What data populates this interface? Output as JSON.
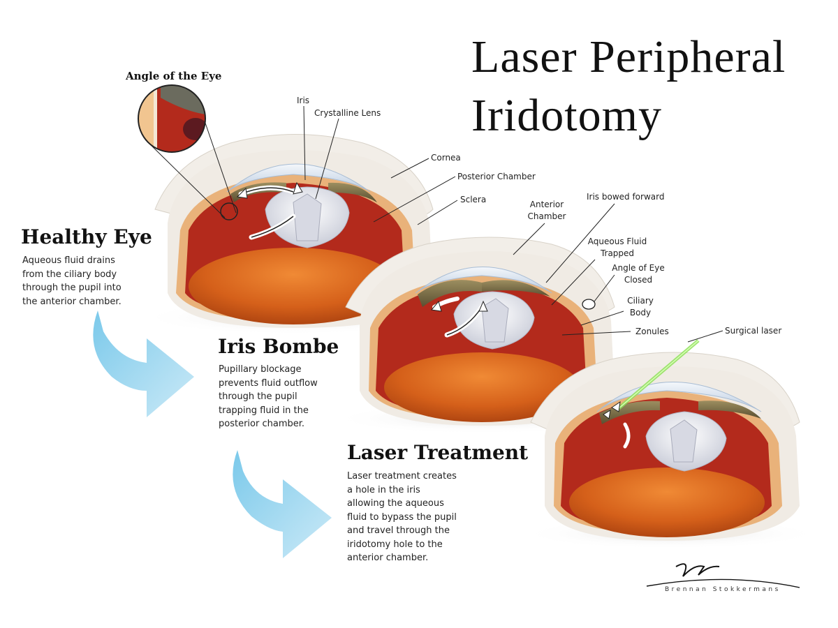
{
  "title": {
    "line1": "Laser Peripheral",
    "line2": "Iridotomy"
  },
  "angle_of_eye": {
    "heading": "Angle of the Eye"
  },
  "healthy": {
    "heading": "Healthy Eye",
    "description": "Aqueous fluid drains\nfrom the ciliary body\nthrough the pupil into\nthe  anterior chamber."
  },
  "bombe": {
    "heading": "Iris Bombe",
    "description": "Pupillary blockage\nprevents fluid outflow\nthrough the pupil\ntrapping fluid in the\nposterior chamber."
  },
  "laser": {
    "heading": "Laser Treatment",
    "description": "Laser treatment creates\na hole in the iris\nallowing the aqueous\nfluid to bypass the pupil\nand travel through the\niridotomy hole to the\nanterior chamber."
  },
  "labels": {
    "iris": "Iris",
    "crystalline_lens": "Crystalline Lens",
    "cornea": "Cornea",
    "posterior_chamber": "Posterior Chamber",
    "sclera": "Sclera",
    "anterior_chamber": "Anterior\nChamber",
    "iris_bowed_forward": "Iris bowed forward",
    "aqueous_fluid_trapped": "Aqueous Fluid\nTrapped",
    "angle_of_eye_closed": "Angle of Eye\nClosed",
    "ciliary_body": "Ciliary\nBody",
    "zonules": "Zonules",
    "surgical_laser": "Surgical laser"
  },
  "signature": {
    "name": "Brennan Stokkermans"
  },
  "colors": {
    "tissue_red": "#b32a1c",
    "vitreous_orange": "#d9661c",
    "cornea_blue": "#c9d7e6",
    "iris_olive": "#8a7a4e",
    "lens_white": "#eef0f5",
    "arrow_blue": "#8fd0ec",
    "laser_green": "#8fe05a"
  }
}
